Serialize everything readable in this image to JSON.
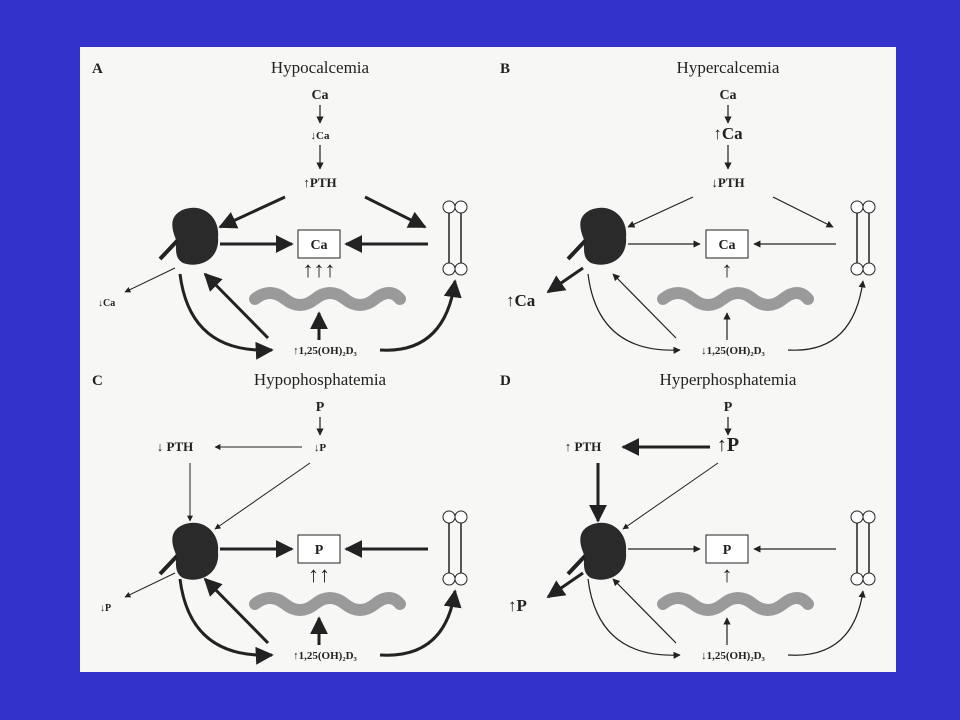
{
  "slide": {
    "background_color": "#3333cc",
    "panel_color": "#f7f7f5"
  },
  "panels": [
    {
      "letter": "A",
      "title": "Hypocalcemia",
      "top_ion": "Ca",
      "ion_change": "↓Ca",
      "hormone": "↑PTH",
      "center_ion": "Ca",
      "renal_output": "↓Ca",
      "vitamin_d": "↑1,25(OH)₂D₃",
      "gut_arrows": "↑↑↑"
    },
    {
      "letter": "B",
      "title": "Hypercalcemia",
      "top_ion": "Ca",
      "ion_change": "↑Ca",
      "hormone": "↓PTH",
      "center_ion": "Ca",
      "renal_output": "↑Ca",
      "vitamin_d": "↓1,25(OH)₂D₃",
      "gut_arrows": "↑"
    },
    {
      "letter": "C",
      "title": "Hypophosphatemia",
      "top_ion": "P",
      "ion_change": "↓P",
      "hormone": "↓ PTH",
      "center_ion": "P",
      "renal_output": "↓P",
      "vitamin_d": "↑1,25(OH)₂D₃",
      "gut_arrows": "↑↑"
    },
    {
      "letter": "D",
      "title": "Hyperphosphatemia",
      "top_ion": "P",
      "ion_change": "↑P",
      "hormone": "↑ PTH",
      "center_ion": "P",
      "renal_output": "↑P",
      "vitamin_d": "↓1,25(OH)₂D₃",
      "gut_arrows": "↑"
    }
  ],
  "icons": {
    "kidney": "kidney-icon",
    "bone": "bone-icon",
    "gut": "intestine-icon"
  }
}
